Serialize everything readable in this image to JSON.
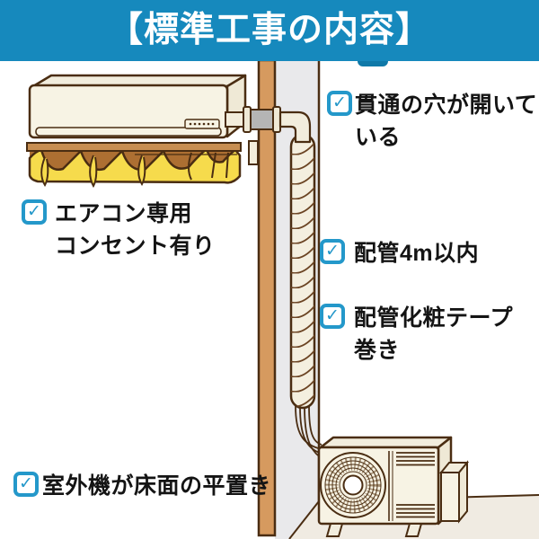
{
  "header": {
    "title": "【標準工事の内容】",
    "bg_color": "#1689BD",
    "text_color": "#ffffff"
  },
  "checklist": {
    "check_icon": "✓",
    "checkbox_color": "#2498CA",
    "text_color": "#141414",
    "items": [
      {
        "id": "through-hole",
        "lines": [
          "貫通の穴が開いて",
          "いる"
        ]
      },
      {
        "id": "dedicated-outlet",
        "lines": [
          "エアコン専用",
          "コンセント有り"
        ]
      },
      {
        "id": "piping-length",
        "lines": [
          "配管4m以内"
        ]
      },
      {
        "id": "piping-tape",
        "lines": [
          "配管化粧テープ",
          "巻き"
        ]
      },
      {
        "id": "outdoor-unit-floor",
        "lines": [
          "室外機が床面の平置き"
        ]
      }
    ]
  },
  "illustration": {
    "parts": [
      "indoor-air-conditioner",
      "curtain",
      "wooden-pillar",
      "wall",
      "sleeve-pipe",
      "tape-wrapped-piping",
      "outdoor-unit",
      "floor"
    ],
    "colors": {
      "outline_brown": "#4A2D12",
      "pillar_tan": "#D69A5F",
      "unit_cream": "#F7F3E4",
      "curtain_yellow": "#F6DB4C",
      "curtain_shadow": "#AD6F32",
      "wall_gray": "#E9E9EB",
      "floor_beige": "#F0EBE2",
      "pipe_gray": "#B5B5B5"
    }
  }
}
